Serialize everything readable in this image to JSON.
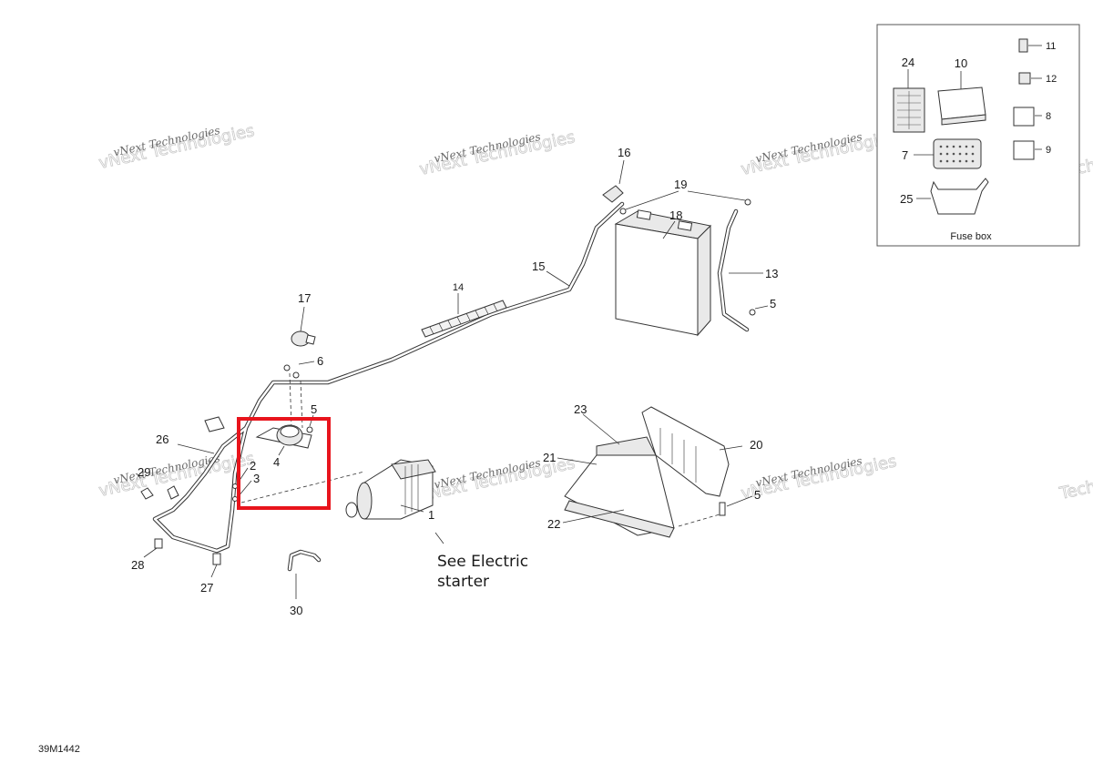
{
  "diagram_code": "39M1442",
  "watermark": {
    "line1": "vNext Technologies",
    "line2": "Technologies"
  },
  "fuse_box": {
    "label": "Fuse box",
    "callouts": [
      "24",
      "10",
      "11",
      "12",
      "8",
      "9",
      "7",
      "25"
    ]
  },
  "callouts": {
    "c1": "1",
    "c2": "2",
    "c3": "3",
    "c4": "4",
    "c5a": "5",
    "c5b": "5",
    "c5c": "5",
    "c6": "6",
    "c13": "13",
    "c14": "14",
    "c15": "15",
    "c16": "16",
    "c17": "17",
    "c18": "18",
    "c19": "19",
    "c20": "20",
    "c21": "21",
    "c22": "22",
    "c23": "23",
    "c26": "26",
    "c27": "27",
    "c28": "28",
    "c29": "29",
    "c30": "30"
  },
  "note": {
    "line1": "See Electric",
    "line2": "starter"
  },
  "highlight": {
    "color": "#e8141c"
  }
}
